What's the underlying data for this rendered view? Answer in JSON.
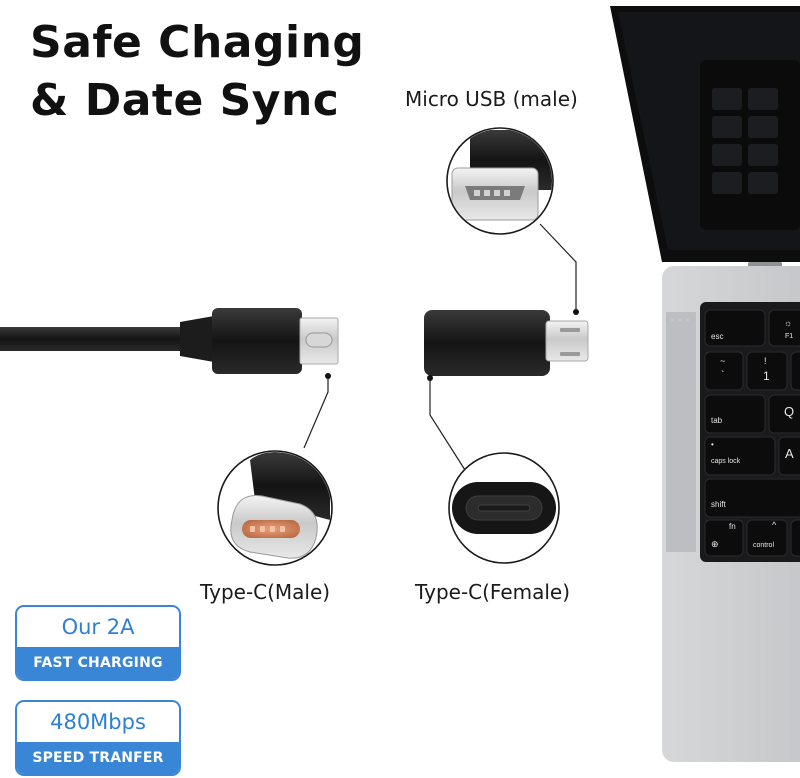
{
  "headline": {
    "line1": "Safe Chaging",
    "line2": "& Date Sync"
  },
  "callouts": {
    "micro_usb": "Micro USB (male)",
    "type_c_male": "Type-C(Male)",
    "type_c_female": "Type-C(Female)"
  },
  "badges": [
    {
      "top": "Our 2A",
      "bottom": "FAST CHARGING"
    },
    {
      "top": "480Mbps",
      "bottom": "SPEED TRANFER"
    }
  ],
  "keyboard": {
    "esc": "esc",
    "f1": "F1",
    "tilde": "~",
    "backtick": "`",
    "excl": "!",
    "one": "1",
    "tab": "tab",
    "q": "Q",
    "caps": "caps lock",
    "a": "A",
    "shift": "shift",
    "fn": "fn",
    "control": "control"
  },
  "colors": {
    "accent": "#3a86d6",
    "text": "#111111"
  },
  "icons": [
    "brightness-icon",
    "globe-icon",
    "chevron-up-icon"
  ]
}
